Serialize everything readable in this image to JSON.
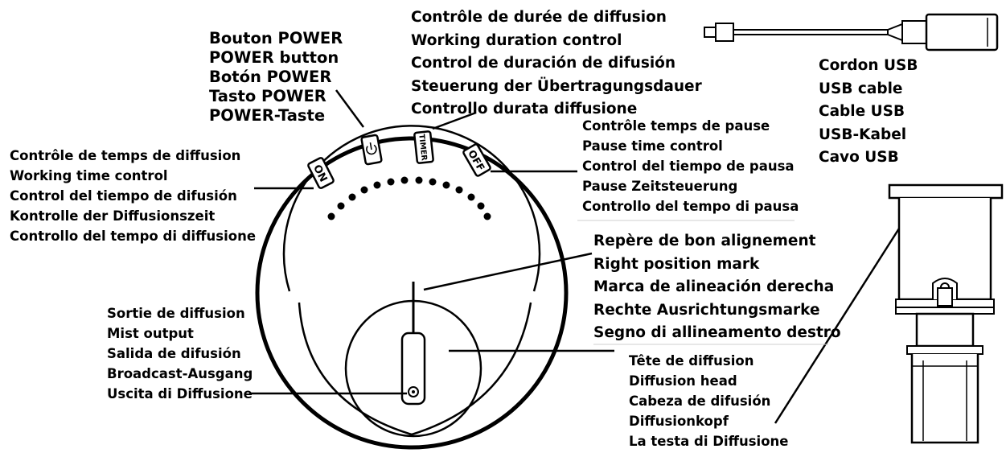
{
  "labels": {
    "power_button": [
      "Bouton POWER",
      "POWER button",
      "Botón POWER",
      "Tasto POWER",
      "POWER-Taste"
    ],
    "working_duration": [
      "Contrôle de durée de diffusion",
      "Working duration control",
      "Control de duración de difusión",
      "Steuerung der Übertragungsdauer",
      "Controllo durata diffusione"
    ],
    "usb_cable": [
      "Cordon USB",
      "USB cable",
      "Cable USB",
      "USB-Kabel",
      "Cavo USB"
    ],
    "pause_time": [
      "Contrôle temps de pause",
      "Pause time control",
      "Control del tiempo de pausa",
      "Pause Zeitsteuerung",
      "Controllo del tempo di pausa"
    ],
    "working_time": [
      "Contrôle de temps de diffusion",
      "Working time control",
      "Control del tiempo de difusión",
      "Kontrolle der Diffusionszeit",
      "Controllo del tempo di diffusione"
    ],
    "alignment_mark": [
      "Repère de bon alignement",
      "Right position mark",
      "Marca de alineación derecha",
      "Rechte Ausrichtungsmarke",
      "Segno di allineamento destro"
    ],
    "mist_output": [
      "Sortie de diffusion",
      "Mist output",
      "Salida de difusión",
      "Broadcast-Ausgang",
      "Uscita di Diffusione"
    ],
    "diffusion_head": [
      "Tête de diffusion",
      "Diffusion head",
      "Cabeza de difusión",
      "Diffusionkopf",
      "La testa di Diffusione"
    ]
  },
  "device_buttons": {
    "on": "ON",
    "timer": "TIMER",
    "off": "OFF"
  },
  "icons": {
    "power": "power-icon",
    "usb": "usb-cable-icon",
    "diffuser": "diffuser-side-view-icon"
  },
  "colors": {
    "ink": "#000000",
    "background": "#ffffff"
  }
}
